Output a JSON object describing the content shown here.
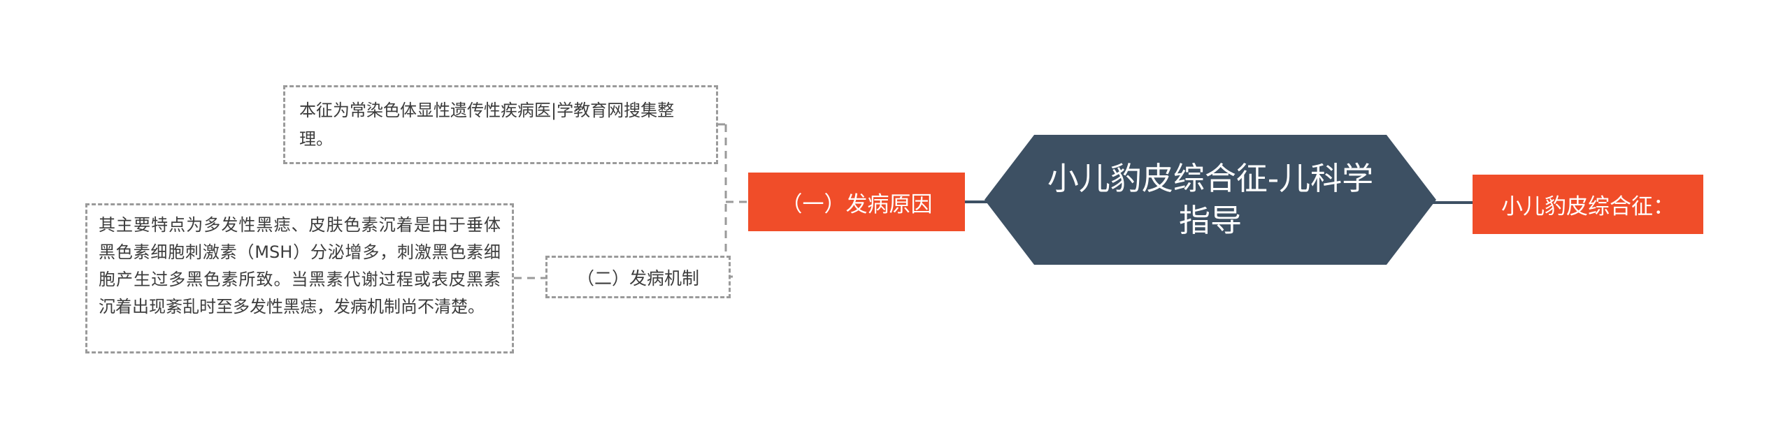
{
  "colors": {
    "root_node_fill": "#3D5063",
    "accent_node_fill": "#F04D29",
    "dashed_border": "#9a9a9a",
    "note_text": "#3c3c3c",
    "node_text": "#ffffff",
    "background": "#ffffff"
  },
  "mindmap": {
    "root_label": "小儿豹皮综合征-儿科学指导",
    "branch_cause_label": "（一）发病原因",
    "branch_mechanism_label": "（二）发病机制",
    "disease_label": "小儿豹皮综合征：",
    "cause_note": "本征为常染色体显性遗传性疾病医|学教育网搜集整理。",
    "mechanism_note": "其主要特点为多发性黑痣、皮肤色素沉着是由于垂体黑色素细胞刺激素（MSH）分泌增多，刺激黑色素细胞产生过多黑色素所致。当黑素代谢过程或表皮黑素沉着出现紊乱时至多发性黑痣，发病机制尚不清楚。"
  }
}
